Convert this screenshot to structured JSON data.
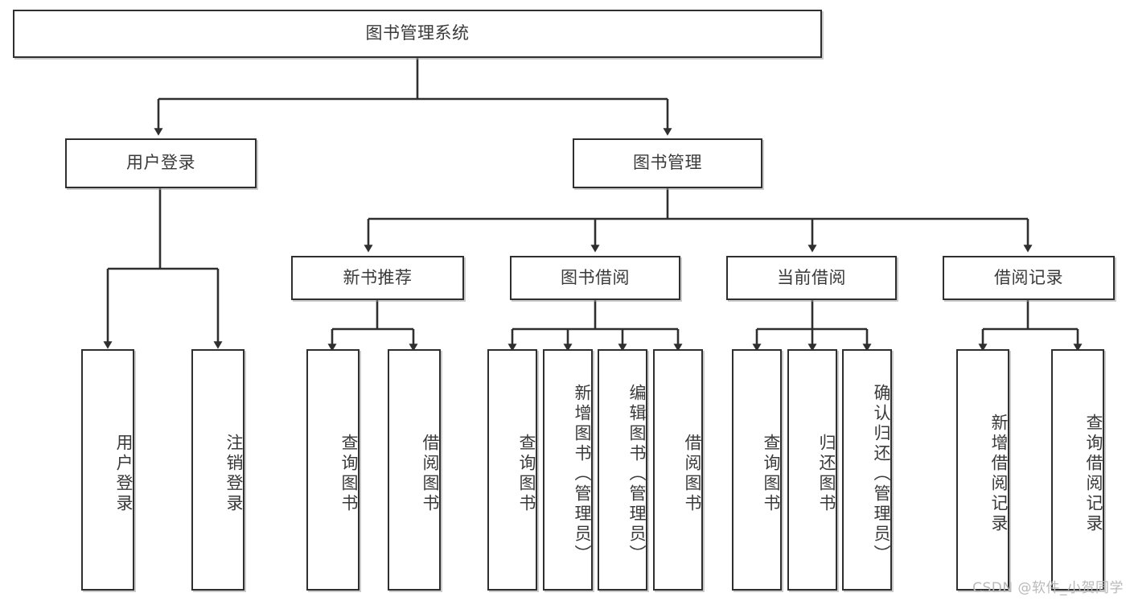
{
  "diagram": {
    "type": "tree",
    "title_node": {
      "label": "图书管理系统"
    },
    "level2": [
      {
        "id": "user-login",
        "label": "用户登录"
      },
      {
        "id": "book-manage",
        "label": "图书管理"
      }
    ],
    "level3": [
      {
        "id": "new-book-rec",
        "label": "新书推荐"
      },
      {
        "id": "book-borrow",
        "label": "图书借阅"
      },
      {
        "id": "current-borrow",
        "label": "当前借阅"
      },
      {
        "id": "borrow-record",
        "label": "借阅记录"
      }
    ],
    "leaves": {
      "user_login": [
        {
          "id": "leaf-user-login",
          "label": "用户登录"
        },
        {
          "id": "leaf-logout-login",
          "label": "注销登录"
        }
      ],
      "new_book_rec": [
        {
          "id": "leaf-query-book-1",
          "label": "查询图书"
        },
        {
          "id": "leaf-borrow-book-1",
          "label": "借阅图书"
        }
      ],
      "book_borrow": [
        {
          "id": "leaf-query-book-2",
          "label": "查询图书"
        },
        {
          "id": "leaf-add-book",
          "label": "新增图书（管理员）"
        },
        {
          "id": "leaf-edit-book",
          "label": "编辑图书（管理员）"
        },
        {
          "id": "leaf-borrow-book-2",
          "label": "借阅图书"
        }
      ],
      "current_borrow": [
        {
          "id": "leaf-query-book-3",
          "label": "查询图书"
        },
        {
          "id": "leaf-return-book",
          "label": "归还图书"
        },
        {
          "id": "leaf-confirm-return",
          "label": "确认归还（管理员）"
        }
      ],
      "borrow_record": [
        {
          "id": "leaf-add-record",
          "label": "新增借阅记录"
        },
        {
          "id": "leaf-query-record",
          "label": "查询借阅记录"
        }
      ]
    },
    "colors": {
      "box_border": "#2f2f2f",
      "box_fill": "#ffffff",
      "connector": "#2f2f2f",
      "text": "#3a3a3a",
      "watermark": "#b9b9b9"
    }
  },
  "watermark": {
    "text": "CSDN @软件_小贺同学"
  }
}
